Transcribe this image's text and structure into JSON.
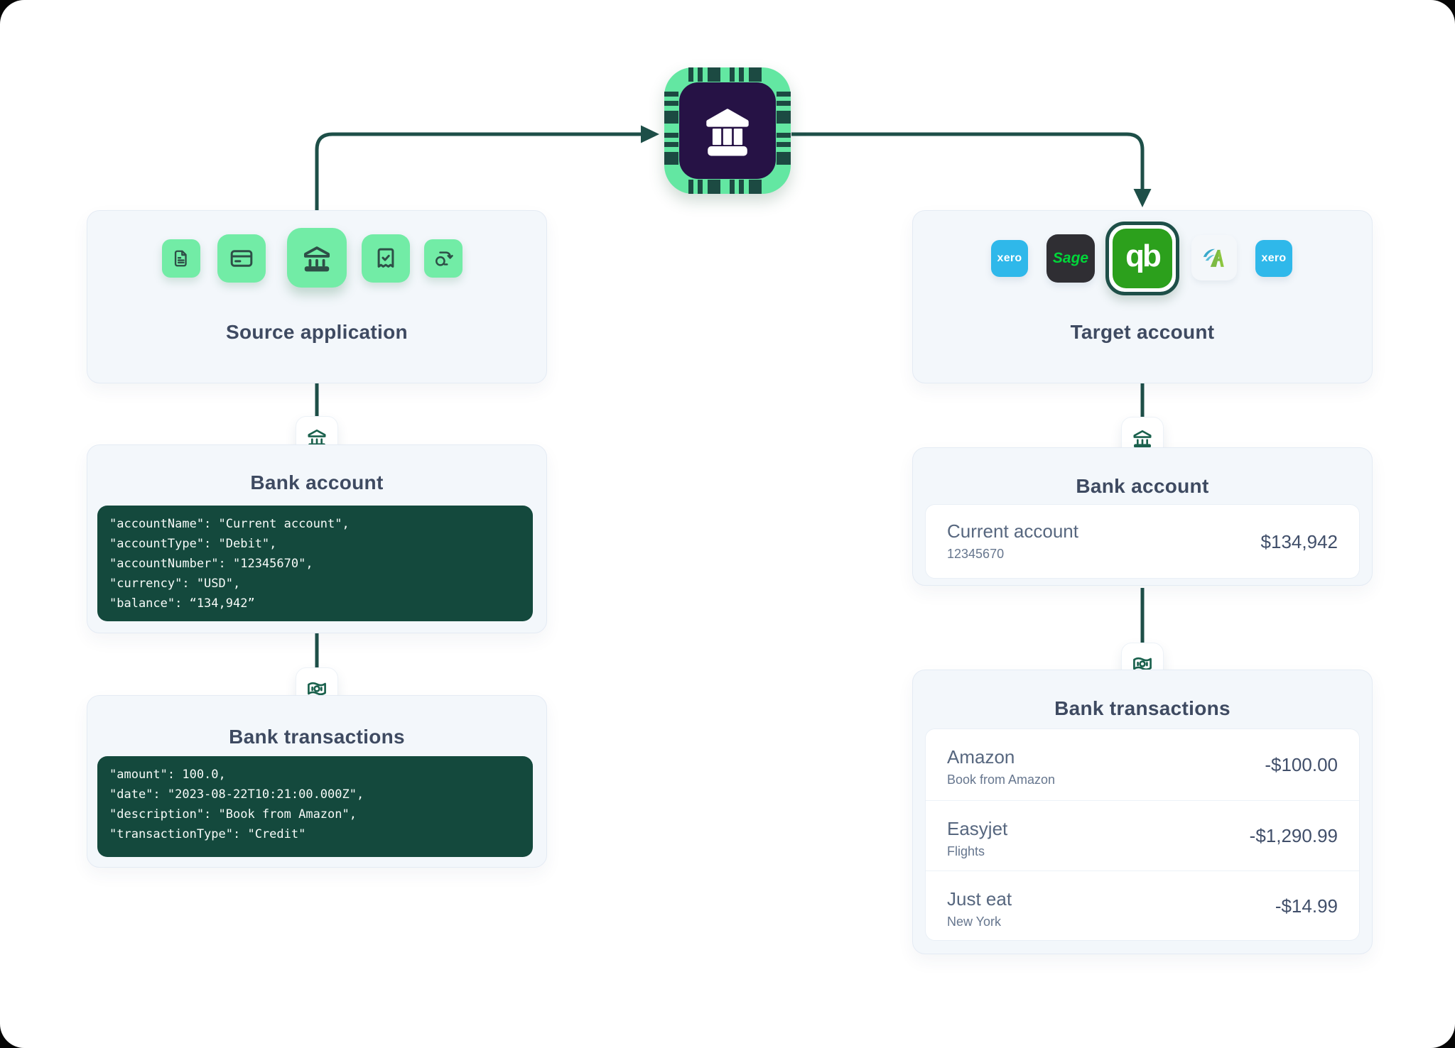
{
  "colors": {
    "line_teal": "#1E4F48",
    "code_bg": "#14493D",
    "panel_bg": "#F3F7FB",
    "panel_border": "#E4EBF4",
    "tile_green": "#72ECA6",
    "tile_glyph": "#2E4F47",
    "badge_icon_green": "#1A614D",
    "title_slate": "#3E4A61",
    "text_slate": "#57677F",
    "amount_slate": "#414F6A",
    "chip_green": "#63E7A2",
    "chip_purple": "#261245",
    "chip_pin": "#1C4A42",
    "xero_blue": "#2FB8EA",
    "sage_dark": "#2F2E33",
    "sage_green": "#00D639",
    "qb_green": "#2CA01C",
    "card_border": "#E9EFF6",
    "page_bg": "#FFFFFF"
  },
  "hub": {
    "icon": "bank-chip-icon"
  },
  "source_panel": {
    "title": "Source application",
    "icons": [
      "document-icon",
      "credit-card-icon",
      "bank-icon",
      "receipt-check-icon",
      "sync-icon"
    ]
  },
  "target_panel": {
    "title": "Target account",
    "apps": [
      {
        "name": "xero",
        "label": "xero"
      },
      {
        "name": "sage",
        "label": "Sage"
      },
      {
        "name": "quickbooks",
        "label": "qb",
        "selected": true
      },
      {
        "name": "freeagent",
        "label": ""
      },
      {
        "name": "xero",
        "label": "xero"
      }
    ]
  },
  "source_bank_account": {
    "title": "Bank account",
    "code_lines": [
      "\"accountName\": \"Current account\",",
      "\"accountType\": \"Debit\",",
      "\"accountNumber\": \"12345670\",",
      "\"currency\": \"USD\",",
      "\"balance\": “134,942”"
    ]
  },
  "source_bank_transactions": {
    "title": "Bank transactions",
    "code_lines": [
      "\"amount\": 100.0,",
      "\"date\": \"2023-08-22T10:21:00.000Z\",",
      "\"description\": \"Book from Amazon\",",
      "\"transactionType\": \"Credit\""
    ]
  },
  "target_bank_account": {
    "title": "Bank account",
    "account_name": "Current account",
    "account_number": "12345670",
    "balance": "$134,942"
  },
  "target_bank_transactions": {
    "title": "Bank transactions",
    "rows": [
      {
        "merchant": "Amazon",
        "description": "Book from Amazon",
        "amount": "-$100.00"
      },
      {
        "merchant": "Easyjet",
        "description": "Flights",
        "amount": "-$1,290.99"
      },
      {
        "merchant": "Just eat",
        "description": "New York",
        "amount": "-$14.99"
      }
    ]
  }
}
